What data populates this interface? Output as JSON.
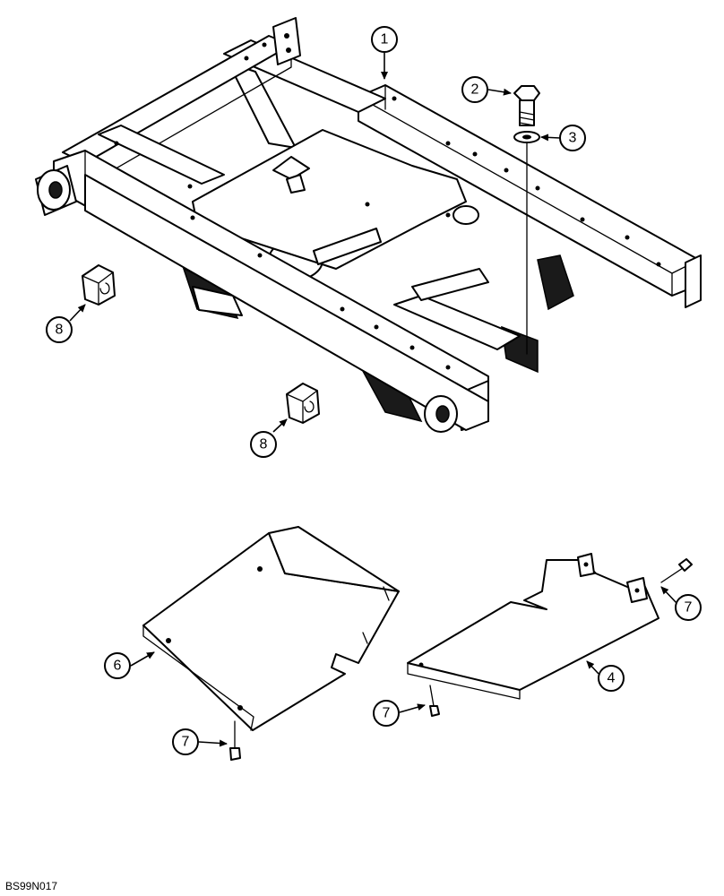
{
  "callouts": [
    {
      "id": "c1",
      "label": "1",
      "part": "frame"
    },
    {
      "id": "c2",
      "label": "2",
      "part": "bolt"
    },
    {
      "id": "c3",
      "label": "3",
      "part": "washer"
    },
    {
      "id": "c4",
      "label": "4",
      "part": "right-shield-plate"
    },
    {
      "id": "c6",
      "label": "6",
      "part": "left-shield-plate"
    },
    {
      "id": "c7a",
      "label": "7",
      "part": "screw"
    },
    {
      "id": "c7b",
      "label": "7",
      "part": "screw"
    },
    {
      "id": "c7c",
      "label": "7",
      "part": "screw"
    },
    {
      "id": "c8a",
      "label": "8",
      "part": "bushing-block"
    },
    {
      "id": "c8b",
      "label": "8",
      "part": "bushing-block"
    }
  ],
  "reference_code": "BS99N017"
}
